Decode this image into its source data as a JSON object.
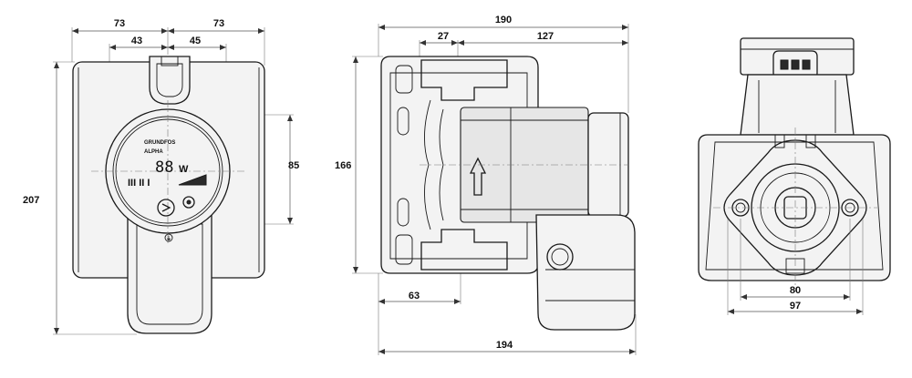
{
  "front_view": {
    "dims": {
      "top_left_width": "73",
      "top_right_width": "73",
      "left_offset": "43",
      "right_offset": "45",
      "overall_height": "207",
      "display_height": "85"
    },
    "panel": {
      "brand": "GRUNDFOS",
      "model": "ALPHA",
      "readout": "88",
      "unit": "W",
      "mode_bars": "III II I"
    }
  },
  "side_view": {
    "dims": {
      "overall_width": "190",
      "inlet_offset": "27",
      "motor_length": "127",
      "overall_height": "166",
      "box_offset": "63",
      "bottom_width": "194"
    }
  },
  "end_view": {
    "dims": {
      "bolt_spacing": "80",
      "flange_width": "97"
    }
  }
}
